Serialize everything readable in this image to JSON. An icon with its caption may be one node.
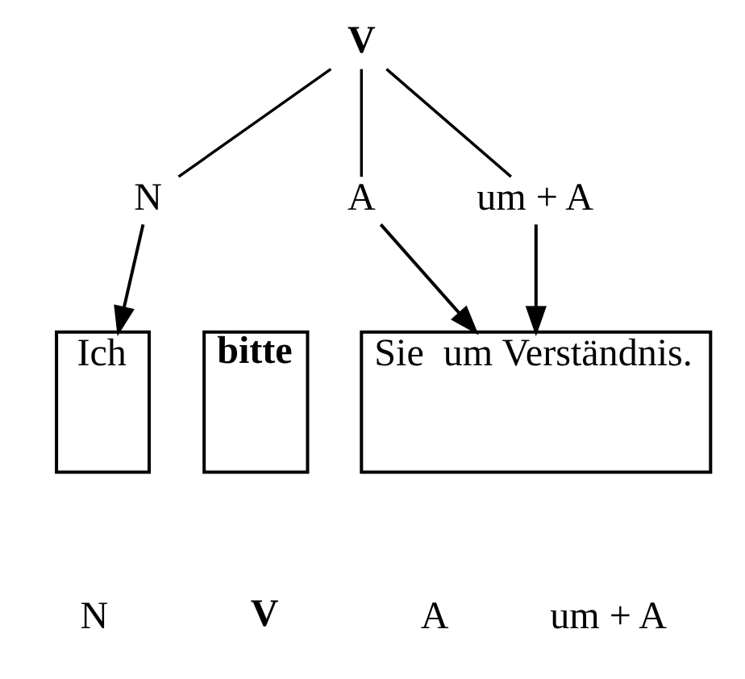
{
  "diagram": {
    "nodes": [
      {
        "text": [
          "V"
        ]
      },
      {
        "text": [
          "N"
        ]
      },
      {
        "text": [
          "A"
        ]
      },
      {
        "text": [
          "um + A"
        ]
      },
      {
        "text": [
          "Ich"
        ]
      },
      {
        "text": [
          "bitte"
        ]
      },
      {
        "text": [
          "Sie  um Verständnis."
        ]
      }
    ],
    "edges": [
      {
        "from": 0,
        "to": 1,
        "arrow": "none"
      },
      {
        "from": 0,
        "to": 2,
        "arrow": "none"
      },
      {
        "from": 0,
        "to": 3,
        "arrow": "none"
      },
      {
        "from": 1,
        "to": 4,
        "arrow": "to"
      },
      {
        "from": 2,
        "to": 6,
        "arrow": "to"
      },
      {
        "from": 3,
        "to": 6,
        "arrow": "to"
      }
    ],
    "labels": [
      "N",
      "V",
      "A",
      "um + A"
    ]
  }
}
